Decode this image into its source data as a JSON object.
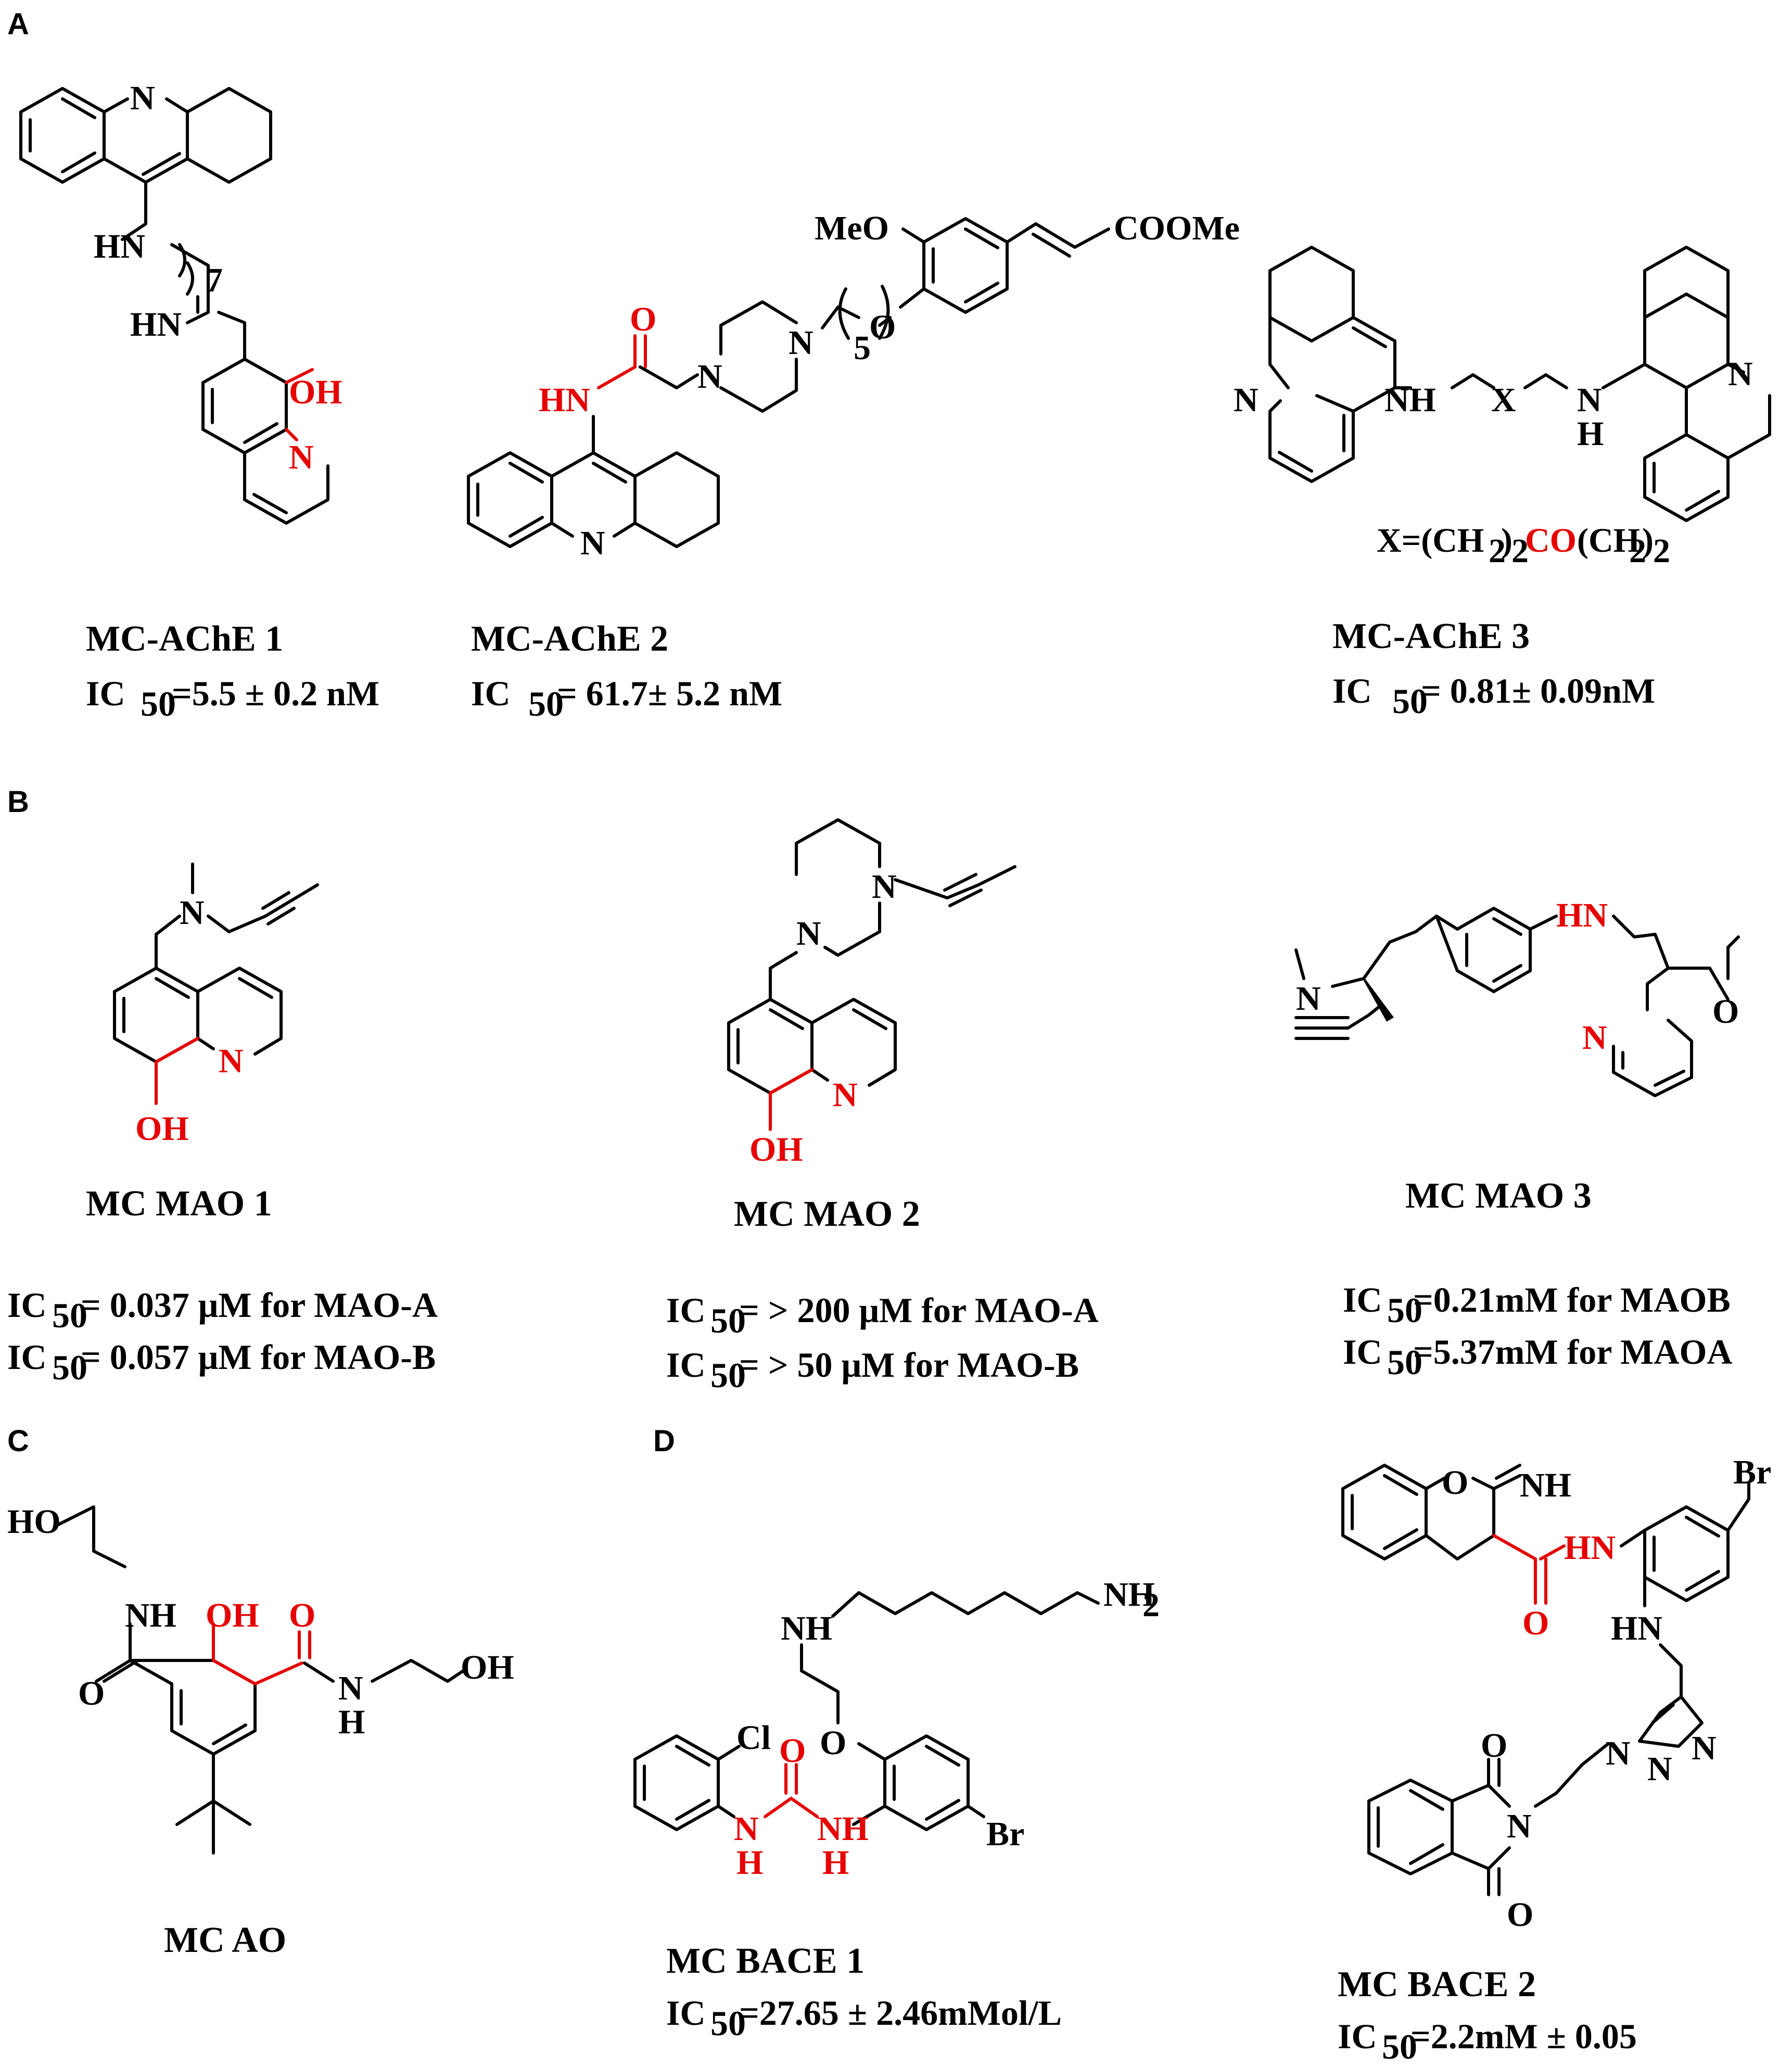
{
  "colors": {
    "black": "#000000",
    "red": "#e60000"
  },
  "panels": {
    "a": "A",
    "b": "B",
    "c": "C",
    "d": "D"
  },
  "atoms": {
    "N": "N",
    "HN": "HN",
    "NH": "NH",
    "H": "H",
    "O": "O",
    "OH": "OH",
    "MeO": "MeO",
    "COOMe": "COOMe",
    "X": "X",
    "HO": "HO",
    "Cl": "Cl",
    "Br": "Br",
    "NH2": "NH",
    "sub2": "2",
    "n7": "7",
    "n5": "5",
    "x_eq": "X=(CH",
    "x_co": "CO",
    "x_ch": "(CH",
    "paren": ")"
  },
  "compounds": {
    "ache1": {
      "name": "MC-AChE 1",
      "ic_prefix": "IC",
      "ic_sub": "50",
      "ic_value": "=5.5 ± 0.2 nM"
    },
    "ache2": {
      "name": "MC-AChE 2",
      "ic_prefix": "IC",
      "ic_sub": "50",
      "ic_value": "= 61.7± 5.2 nM"
    },
    "ache3": {
      "name": "MC-AChE 3",
      "ic_prefix": "IC",
      "ic_sub": "50",
      "ic_value": "= 0.81± 0.09nM"
    },
    "mao1": {
      "name": "MC MAO 1",
      "ic_prefix": "IC",
      "ic_sub": "50",
      "ic_line1": "= 0.037  μM for MAO-A",
      "ic_line2": "= 0.057  μM for MAO-B"
    },
    "mao2": {
      "name": "MC MAO 2",
      "ic_prefix": "IC",
      "ic_sub": "50",
      "ic_line1": "= > 200  μM for MAO-A",
      "ic_line2": "= > 50 μM for MAO-B"
    },
    "mao3": {
      "name": "MC MAO 3",
      "ic_prefix": "IC",
      "ic_sub": "50",
      "ic_line1": "=0.21mM for MAOB",
      "ic_line2": "=5.37mM for MAOA"
    },
    "ao": {
      "name": "MC AO"
    },
    "bace1": {
      "name": "MC BACE 1",
      "ic_prefix": "IC",
      "ic_sub": "50",
      "ic_value": "=27.65 ± 2.46mMol/L"
    },
    "bace2": {
      "name": "MC BACE 2",
      "ic_prefix": "IC",
      "ic_sub": "50",
      "ic_value": "=2.2mM ± 0.05"
    }
  }
}
